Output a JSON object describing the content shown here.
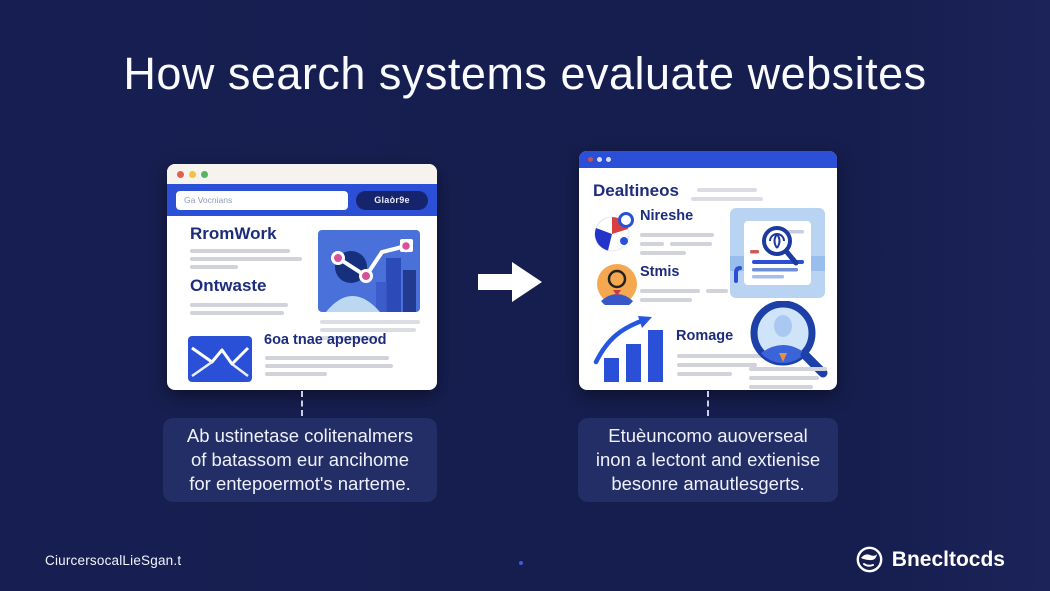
{
  "page": {
    "title": "How search systems evaluate websites"
  },
  "left_window": {
    "search_input_value": "Ga Vocnians",
    "search_button_label": "Glaòr9e",
    "heading1": "RromWork",
    "heading2": "Ontwaste",
    "heading3": "6oa tnae apepeod"
  },
  "right_window": {
    "heading": "Dealtineos",
    "item1_label": "Nireshe",
    "item2_label": "Stmis",
    "item3_label": "Romage"
  },
  "captions": {
    "left": {
      "line1": "Ab ustinetase colitenalmers",
      "line2": "of batassom eur ancihome",
      "line3": "for entepoermot's narteme."
    },
    "right": {
      "line1": "Etuèuncomo auoverseal",
      "line2": "inon a lectont and extienise",
      "line3": "besonre amautlesgerts."
    }
  },
  "footer": {
    "left_text": "CiurcersocalLieSgan.t",
    "brand": "Bnecltocds"
  },
  "icons": {
    "browser_dots": "●●●",
    "envelope": "✉",
    "pie_chart": "◔",
    "avatar": "👤",
    "bar_chart": "📊",
    "magnifier": "🔍",
    "flow_arrow": "➡",
    "brand_logo": "🌐"
  },
  "colors": {
    "background": "#171f52",
    "caption_box": "#242e66",
    "browser_blue": "#2b4fd6",
    "heading_navy": "#1d2d7d",
    "accent_pink": "#d84f9a",
    "accent_red": "#d84040",
    "accent_orange": "#f5a850",
    "illustration_blue": "#4a70da",
    "white": "#ffffff"
  }
}
